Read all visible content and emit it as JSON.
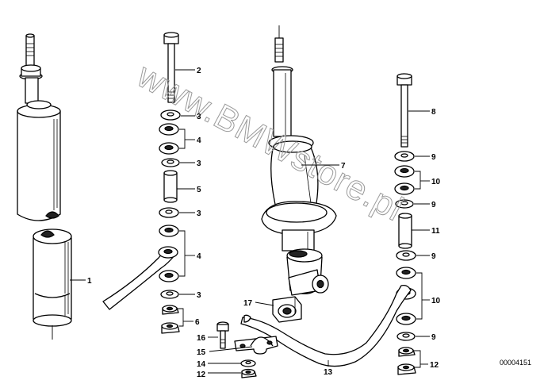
{
  "callouts": {
    "c1": "1",
    "c2": "2",
    "c3a": "3",
    "c4a": "4",
    "c3b": "3",
    "c5": "5",
    "c3c": "3",
    "c4b": "4",
    "c3d": "3",
    "c6": "6",
    "c7": "7",
    "c8": "8",
    "c9a": "9",
    "c10a": "10",
    "c9b": "9",
    "c11": "11",
    "c9c": "9",
    "c10b": "10",
    "c9d": "9",
    "c12a": "12",
    "c13": "13",
    "c14": "14",
    "c15": "15",
    "c16": "16",
    "c17": "17",
    "c12b": "12"
  },
  "watermark": "www.BMWstore.pl",
  "diagram_number": "00004151"
}
